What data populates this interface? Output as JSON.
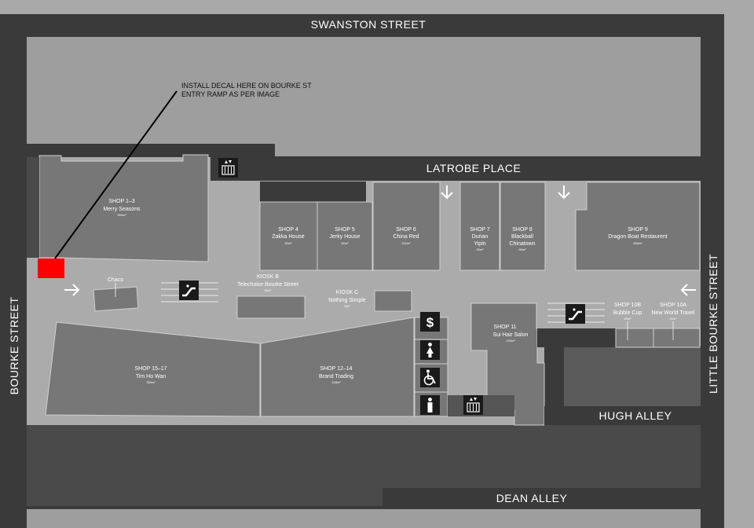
{
  "streets": {
    "top": "SWANSTON STREET",
    "latrobe": "LATROBE PLACE",
    "left": "BOURKE STREET",
    "right": "LITTLE BOURKE STREET",
    "hugh": "HUGH ALLEY",
    "dean": "DEAN ALLEY"
  },
  "note": {
    "line1": "INSTALL DECAL HERE ON BOURKE ST",
    "line2": "ENTRY RAMP AS PER IMAGE"
  },
  "shops": {
    "s1_3": {
      "id": "SHOP 1–3",
      "name": "Merry Seasons",
      "area": "300m²"
    },
    "s4": {
      "id": "SHOP 4",
      "name": "Zakka House",
      "area": "60m²"
    },
    "s5": {
      "id": "SHOP 5",
      "name": "Jerky House",
      "area": "82m²"
    },
    "s6": {
      "id": "SHOP 6",
      "name": "China Red",
      "area": "201m²"
    },
    "s7": {
      "id": "SHOP 7",
      "name": "Durian",
      "name2": "Yipin",
      "area": "90m²"
    },
    "s8": {
      "id": "SHOP 8",
      "name": "Blackball",
      "name2": "Chinatown",
      "area": "90m²"
    },
    "s9": {
      "id": "SHOP 9",
      "name": "Dragon Boat Restaurent",
      "area": "550m²"
    },
    "k_b": {
      "id": "KIOSK B",
      "name": "Telechoice Bourke Street",
      "area": "30m²"
    },
    "k_c": {
      "id": "KIOSK C",
      "name": "Nothing Simple",
      "area": "8m²"
    },
    "chaco": {
      "name": "Chaco"
    },
    "s10b": {
      "id": "SHOP 10B",
      "name": "Bubble Cup",
      "area": "20m²"
    },
    "s10a": {
      "id": "SHOP 10A",
      "name": "New World Travel",
      "area": "20m²"
    },
    "s11": {
      "id": "SHOP 11",
      "name": "Sui Hair Salon",
      "area": "130m²"
    },
    "s15_17": {
      "id": "SHOP 15–17",
      "name": "Tim Ho Wan",
      "area": "300m²"
    },
    "s12_14": {
      "id": "SHOP 12–14",
      "name": "Brand Trading",
      "area": "248m²"
    }
  },
  "icons": [
    "lift-icon",
    "escalator-icon",
    "atm-dollar-icon",
    "female-toilet-icon",
    "accessible-toilet-icon",
    "male-toilet-icon",
    "arrow-right-icon",
    "arrow-left-icon",
    "arrow-down-icon"
  ],
  "colors": {
    "background": "#a9a9a9",
    "frame": "#3a3a3a",
    "mall_floor": "#ababab",
    "shop": "#777777",
    "street_block": "#4a4a4a",
    "decal_marker": "#ff0000"
  }
}
